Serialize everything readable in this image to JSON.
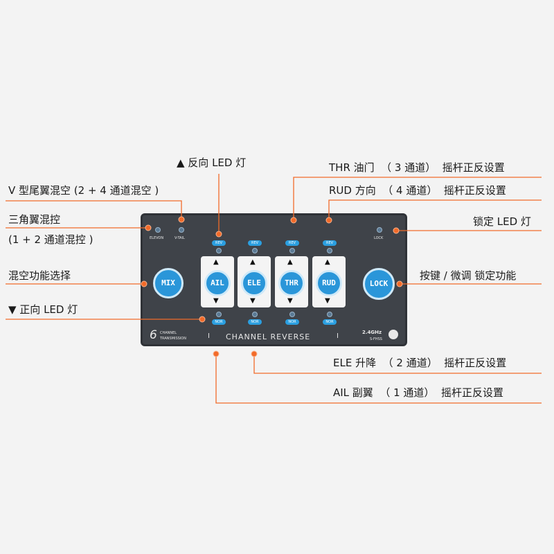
{
  "labels": {
    "reverse_led": "▲ 反向 LED 灯",
    "thr": "THR 油门  （ 3 通道）  摇杆正反设置",
    "rud": "RUD 方向  （ 4 通道）  摇杆正反设置",
    "vtail": "V 型尾翼混空 (2 + 4 通道混空 )",
    "delta1": "三角翼混控",
    "delta2": "(1 + 2 通道混控 )",
    "lock_led": "锁定 LED 灯",
    "mix_select": "混空功能选择",
    "lock_func": "按键 / 微调 锁定功能",
    "normal_led": "▼ 正向 LED 灯",
    "ele": "ELE 升降  （ 2 通道）  摇杆正反设置",
    "ail": "AIL 副翼  （ 1 通道）  摇杆正反设置"
  },
  "panel": {
    "elevon": "ELEVON",
    "vtail": "V-TAIL",
    "lock": "LOCK",
    "mix_button": "MIX",
    "lock_button": "LOCK",
    "rev": "REV",
    "nor": "NOR",
    "channels": [
      "AIL",
      "ELE",
      "THR",
      "RUD"
    ],
    "six": "6",
    "channel_word": "CHANNEL",
    "transmission": "TRANSMISSION",
    "channel_reverse": "CHANNEL REVERSE",
    "bar": "I",
    "freq": "2.4GHz",
    "fhss": "S-FHSS"
  },
  "colors": {
    "accent": "#f26b2a",
    "button": "#2a96d9",
    "panel": "#3f4349"
  },
  "icons": [
    "up-triangle-icon",
    "down-triangle-icon",
    "fhss-logo-icon"
  ]
}
